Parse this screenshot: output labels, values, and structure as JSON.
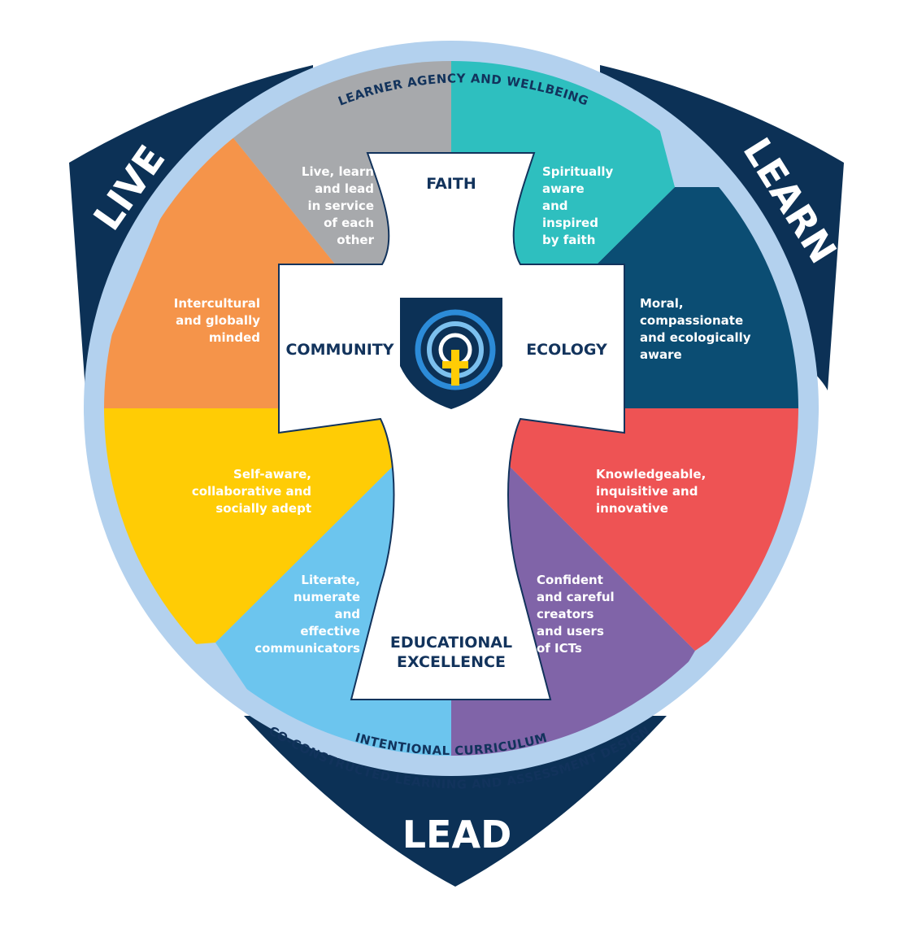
{
  "shield_words": {
    "live": "LIVE",
    "learn": "LEARN",
    "lead": "LEAD"
  },
  "ring": {
    "top": "LEARNER AGENCY AND WELLBEING",
    "bottom_inner": "INTENTIONAL CURRICULUM",
    "bottom_outer": "CO-CONSTRUCTED LEARNING AND ASSESSMENT DESIGN"
  },
  "cross": {
    "faith": "FAITH",
    "community": "COMMUNITY",
    "ecology": "ECOLOGY",
    "excellence_line1": "EDUCATIONAL",
    "excellence_line2": "EXCELLENCE"
  },
  "segments": [
    {
      "id": "grey",
      "color": "#a7a9ac",
      "lines": [
        "Live, learn",
        "and lead",
        "in service",
        "of each",
        "other"
      ]
    },
    {
      "id": "teal",
      "color": "#2ebfbf",
      "lines": [
        "Spiritually",
        "aware",
        "and",
        "inspired",
        "by faith"
      ]
    },
    {
      "id": "navy",
      "color": "#0b4d73",
      "lines": [
        "Moral,",
        "compassionate",
        "and ecologically",
        "aware"
      ]
    },
    {
      "id": "red",
      "color": "#ee5354",
      "lines": [
        "Knowledgeable,",
        "inquisitive and",
        "innovative"
      ]
    },
    {
      "id": "purple",
      "color": "#8064a8",
      "lines": [
        "Confident",
        "and careful",
        "creators",
        "and users",
        "of ICTs"
      ]
    },
    {
      "id": "lightblue",
      "color": "#6cc5ee",
      "lines": [
        "Literate,",
        "numerate",
        "and",
        "effective",
        "communicators"
      ]
    },
    {
      "id": "yellow",
      "color": "#ffcc05",
      "lines": [
        "Self-aware,",
        "collaborative and",
        "socially adept"
      ]
    },
    {
      "id": "orange",
      "color": "#f5944a",
      "lines": [
        "Intercultural",
        "and globally",
        "minded"
      ]
    }
  ],
  "colors": {
    "shield": "#0c3156",
    "ring": "#b3d1ee",
    "cross": "#ffffff",
    "label": "#12335c"
  }
}
